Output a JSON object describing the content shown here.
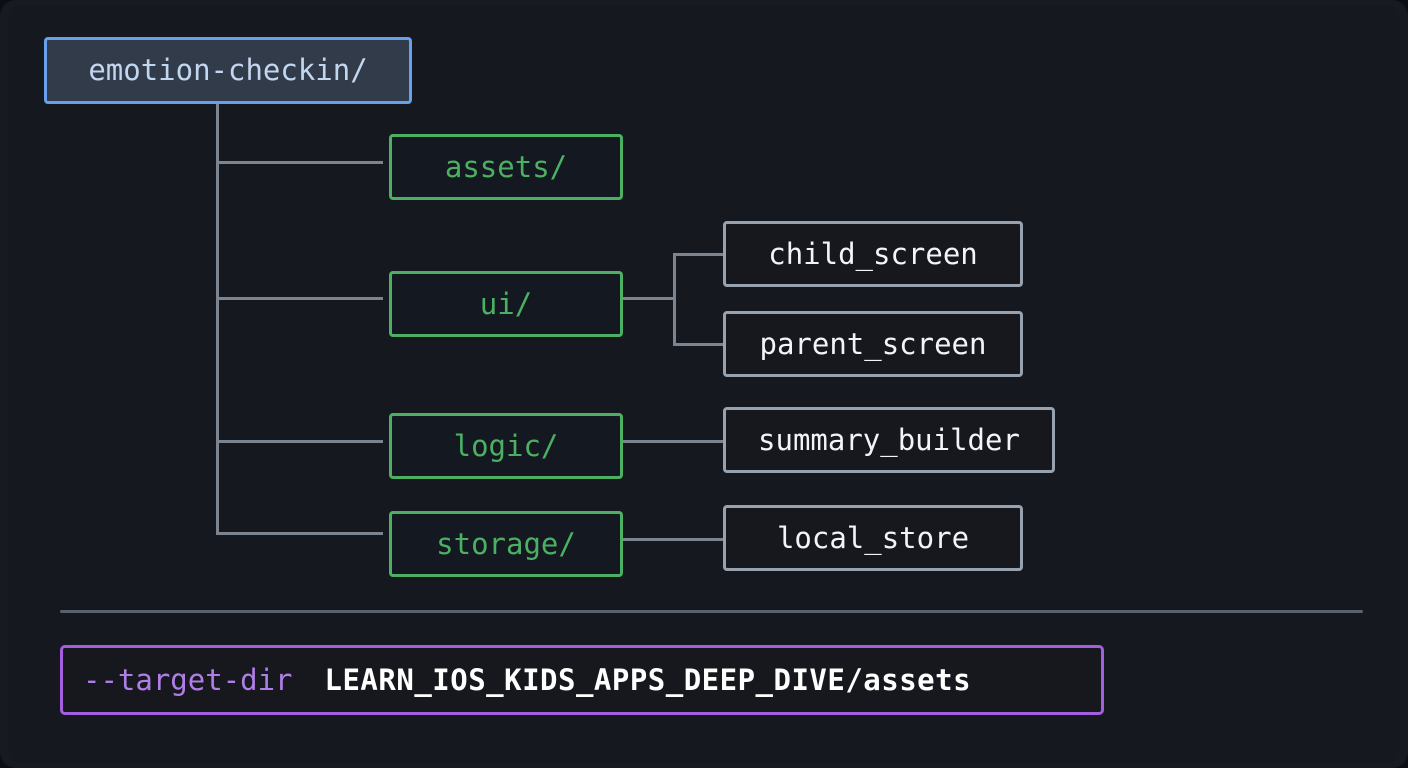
{
  "diagram": {
    "root": {
      "label": "emotion-checkin/",
      "color": "#69a0ec"
    },
    "dir_color": "#4cb063",
    "leaf_color": "#98a2ae",
    "line_color": "#7c858f",
    "branches": [
      {
        "dir_label": "assets/",
        "children": []
      },
      {
        "dir_label": "ui/",
        "children": [
          {
            "label": "child_screen"
          },
          {
            "label": "parent_screen"
          }
        ]
      },
      {
        "dir_label": "logic/",
        "children": [
          {
            "label": "summary_builder"
          }
        ]
      },
      {
        "dir_label": "storage/",
        "children": [
          {
            "label": "local_store"
          }
        ]
      }
    ]
  },
  "command": {
    "flag": "--target-dir",
    "value": "LEARN_IOS_KIDS_APPS_DEEP_DIVE/assets",
    "accent_color": "#a35fe0",
    "flag_color": "#b07ee8"
  }
}
